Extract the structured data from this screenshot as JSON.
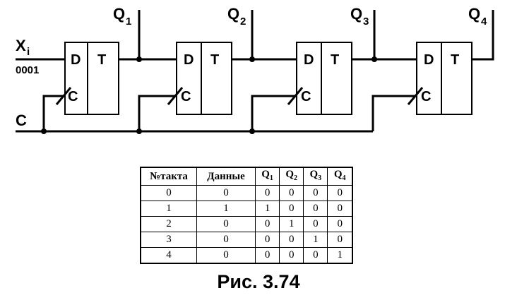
{
  "diagram": {
    "input_label": "X",
    "input_subscript": "i",
    "input_value": "0001",
    "clock_label": "C",
    "flipflops": [
      {
        "d": "D",
        "t": "T",
        "c": "C",
        "q": "Q",
        "q_sub": "1"
      },
      {
        "d": "D",
        "t": "T",
        "c": "C",
        "q": "Q",
        "q_sub": "2"
      },
      {
        "d": "D",
        "t": "T",
        "c": "C",
        "q": "Q",
        "q_sub": "3"
      },
      {
        "d": "D",
        "t": "T",
        "c": "C",
        "q": "Q",
        "q_sub": "4"
      }
    ]
  },
  "table": {
    "headers": [
      "№такта",
      "Данные",
      "Q",
      "Q",
      "Q",
      "Q"
    ],
    "header_subs": [
      "",
      "",
      "1",
      "2",
      "3",
      "4"
    ],
    "rows": [
      [
        "0",
        "0",
        "0",
        "0",
        "0",
        "0"
      ],
      [
        "1",
        "1",
        "1",
        "0",
        "0",
        "0"
      ],
      [
        "2",
        "0",
        "0",
        "1",
        "0",
        "0"
      ],
      [
        "3",
        "0",
        "0",
        "0",
        "1",
        "0"
      ],
      [
        "4",
        "0",
        "0",
        "0",
        "0",
        "1"
      ]
    ]
  },
  "caption": "Рис. 3.74"
}
